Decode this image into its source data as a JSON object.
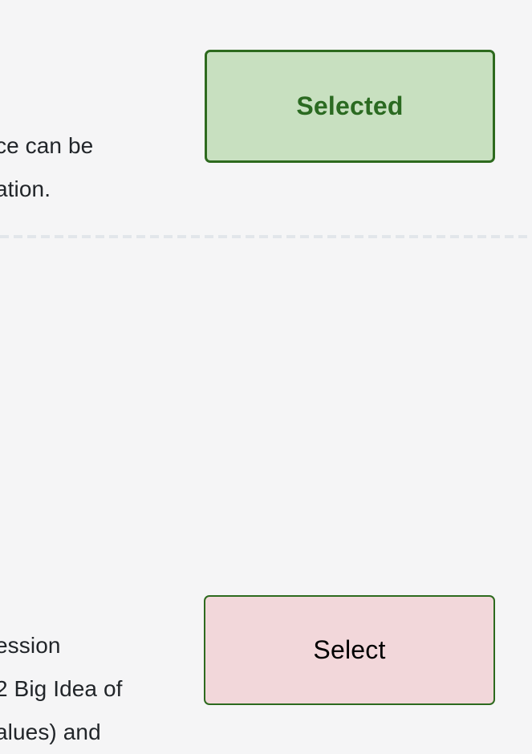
{
  "page": {
    "background_color": "#f5f5f6",
    "text_color": "#212529"
  },
  "colors": {
    "selected_fill": "#c8e0c0",
    "selected_border": "#2d6a1e",
    "selected_text": "#2b6a21",
    "select_fill": "#f2d7da",
    "select_border": "#2d6a1e",
    "select_text": "#000000",
    "divider": "#e2e6ea"
  },
  "rows": [
    {
      "description_lines": [
        "ce can be",
        "ation."
      ],
      "button": {
        "label": "Selected",
        "state": "selected"
      }
    },
    {
      "description_lines": [
        "ession",
        "2 Big Idea of",
        "alues) and"
      ],
      "button": {
        "label": "Select",
        "state": "unselected"
      }
    }
  ],
  "divider": {
    "style": "dashed"
  }
}
